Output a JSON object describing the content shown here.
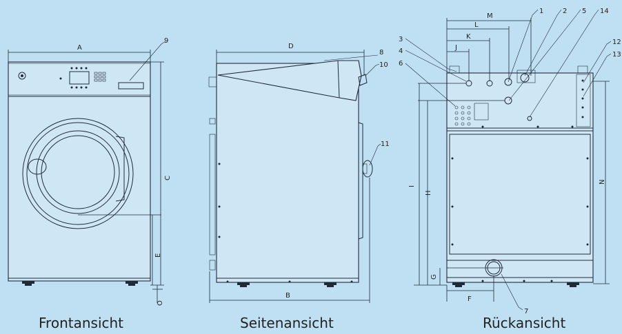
{
  "views": {
    "front": "Frontansicht",
    "side": "Seitenansicht",
    "rear": "Rückansicht"
  },
  "dimensions": {
    "A": "A",
    "B": "B",
    "C": "C",
    "D": "D",
    "E": "E",
    "O": "O",
    "F": "F",
    "G": "G",
    "H": "H",
    "I": "I",
    "J": "J",
    "K": "K",
    "L": "L",
    "M": "M",
    "N": "N"
  },
  "callouts": {
    "c1": "1",
    "c2": "2",
    "c3": "3",
    "c4": "4",
    "c5": "5",
    "c6": "6",
    "c7": "7",
    "c8": "8",
    "c9": "9",
    "c10": "10",
    "c11": "11",
    "c12": "12",
    "c13": "13",
    "c14": "14"
  },
  "colors": {
    "background": "#bfe0f3",
    "line": "#1f2a38"
  }
}
